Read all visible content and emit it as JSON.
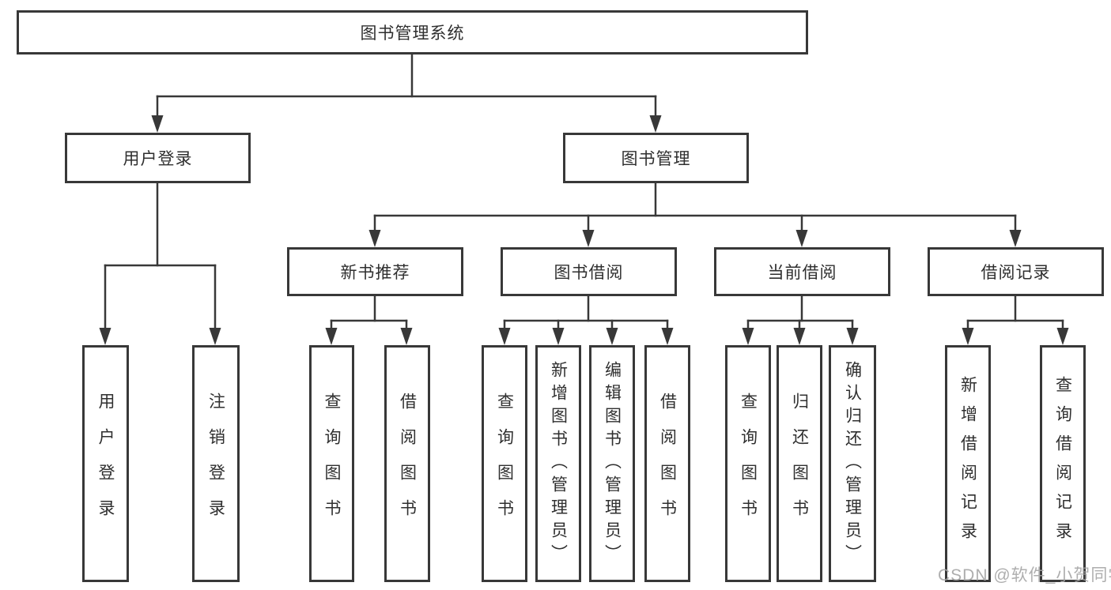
{
  "nodes": {
    "root": "图书管理系统",
    "user_login": "用户登录",
    "book_management": "图书管理",
    "new_book_recommend": "新书推荐",
    "book_borrowing": "图书借阅",
    "current_borrowing": "当前借阅",
    "borrowing_records": "借阅记录",
    "leaf_user_login": "用户登录",
    "leaf_logout": "注销登录",
    "leaf_recommend_query": "查询图书",
    "leaf_recommend_borrow": "借阅图书",
    "leaf_borrowing_query": "查询图书",
    "leaf_borrowing_add": "新增图书（管理员）",
    "leaf_borrowing_edit": "编辑图书（管理员）",
    "leaf_borrowing_borrow": "借阅图书",
    "leaf_current_query": "查询图书",
    "leaf_current_return": "归还图书",
    "leaf_current_confirm": "确认归还（管理员）",
    "leaf_records_add": "新增借阅记录",
    "leaf_records_query": "查询借阅记录"
  },
  "watermark": "CSDN @软件_小贺同学",
  "colors": {
    "line": "#383838",
    "border": "#383838",
    "text": "#2f2f2f",
    "watermark": "#a5a5a5",
    "background": "#ffffff"
  }
}
